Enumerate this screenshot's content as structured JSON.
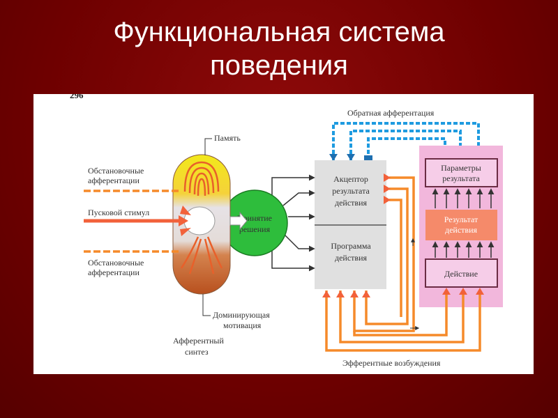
{
  "slide": {
    "title_line1": "Функциональная система",
    "title_line2": "поведения"
  },
  "diagram": {
    "page_number": "296",
    "memory": "Память",
    "situational_afferentation_top_1": "Обстановочные",
    "situational_afferentation_top_2": "афферентации",
    "trigger_stimulus": "Пусковой стимул",
    "situational_afferentation_bottom_1": "Обстановочные",
    "situational_afferentation_bottom_2": "афферентации",
    "dominant_motivation_1": "Доминирующая",
    "dominant_motivation_2": "мотивация",
    "afferent_synthesis_1": "Афферентный",
    "afferent_synthesis_2": "синтез",
    "decision_1": "Принятие",
    "decision_2": "решения",
    "acceptor_1": "Акцептор",
    "acceptor_2": "результата",
    "acceptor_3": "действия",
    "program_1": "Программа",
    "program_2": "действия",
    "feedback": "Обратная афферентация",
    "result_params_1": "Параметры",
    "result_params_2": "результата",
    "result_1": "Результат",
    "result_2": "действия",
    "action": "Действие",
    "efferent": "Эфферентные возбуждения"
  },
  "colors": {
    "background": "#6e0000",
    "orange": "#f58a2a",
    "blue": "#1e9be0",
    "green": "#2ebd3c",
    "pink_panel": "#f2b7dc",
    "grey_block": "#e0e0e0",
    "salmon": "#f58a6a",
    "yellow": "#f0e010",
    "brown": "#c0582a",
    "frame": "#6b2c44"
  }
}
